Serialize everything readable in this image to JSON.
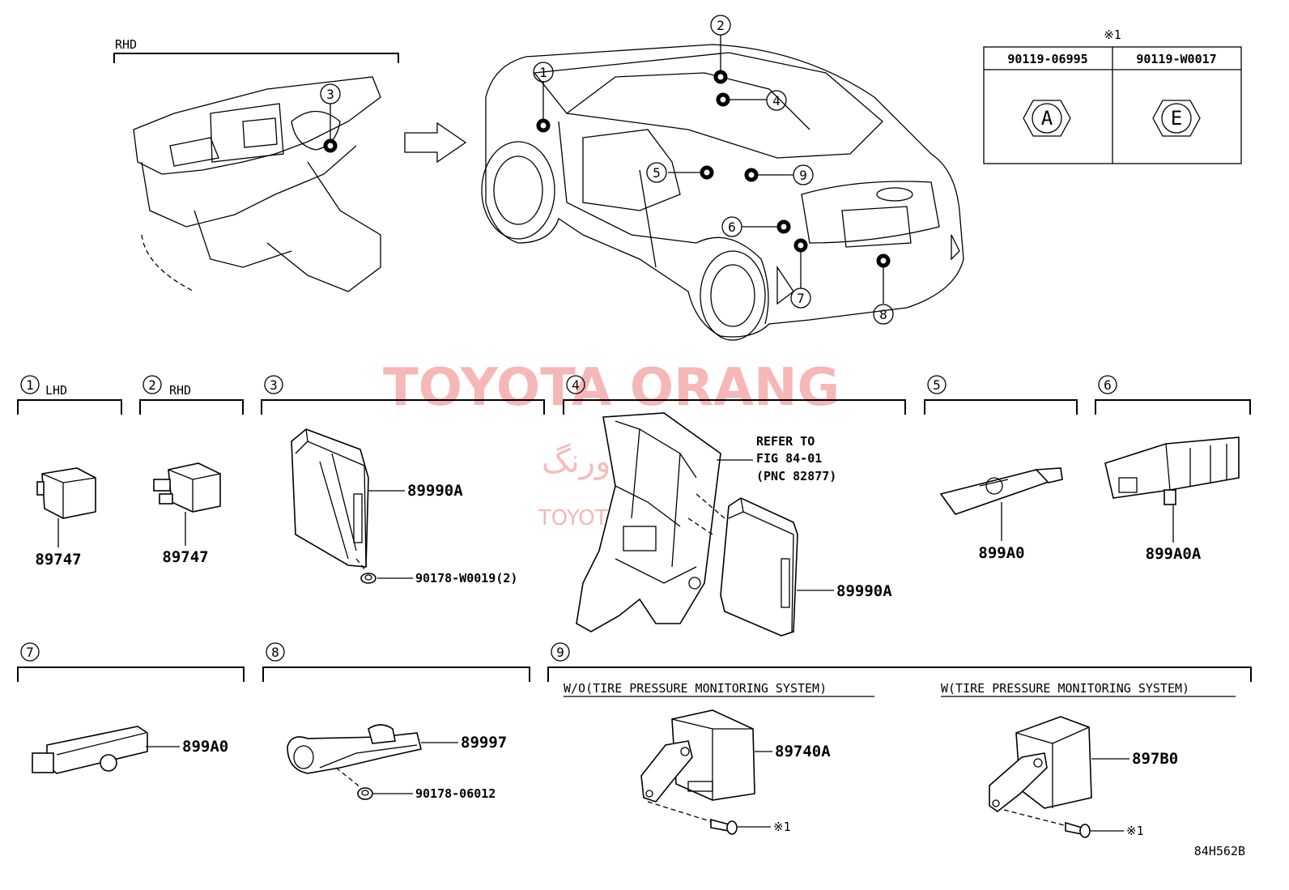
{
  "top": {
    "rhd_label": "RHD",
    "arrow": "arrow-right",
    "callouts": [
      "1",
      "2",
      "3",
      "4",
      "5",
      "6",
      "7",
      "8",
      "9"
    ]
  },
  "table": {
    "note": "※1",
    "col1_part": "90119-06995",
    "col2_part": "90119-W0017",
    "col1_symbol": "A",
    "col2_symbol": "E"
  },
  "watermark": {
    "title": "TOYOTA ORANG",
    "persian": "تویوتا اورنگ",
    "site": "TOYOTAPART.IR"
  },
  "sections": {
    "s1": {
      "num": "1",
      "label": "LHD",
      "part": "89747"
    },
    "s2": {
      "num": "2",
      "label": "RHD",
      "part": "89747"
    },
    "s3": {
      "num": "3",
      "part": "89990A",
      "bolt": "90178-W0019(2)"
    },
    "s4": {
      "num": "4",
      "refer1": "REFER TO",
      "refer2": "FIG 84-01",
      "refer3": "(PNC 82877)",
      "part": "89990A"
    },
    "s5": {
      "num": "5",
      "part": "899A0"
    },
    "s6": {
      "num": "6",
      "part": "899A0A"
    },
    "s7": {
      "num": "7",
      "part": "899A0"
    },
    "s8": {
      "num": "8",
      "part": "89997",
      "nut": "90178-06012"
    },
    "s9": {
      "num": "9",
      "left_title": "W/O(TIRE PRESSURE MONITORING SYSTEM)",
      "left_part": "89740A",
      "left_bolt": "※1",
      "right_title": "W(TIRE PRESSURE MONITORING SYSTEM)",
      "right_part": "897B0",
      "right_bolt": "※1"
    }
  },
  "footer": {
    "code": "84H562B"
  }
}
